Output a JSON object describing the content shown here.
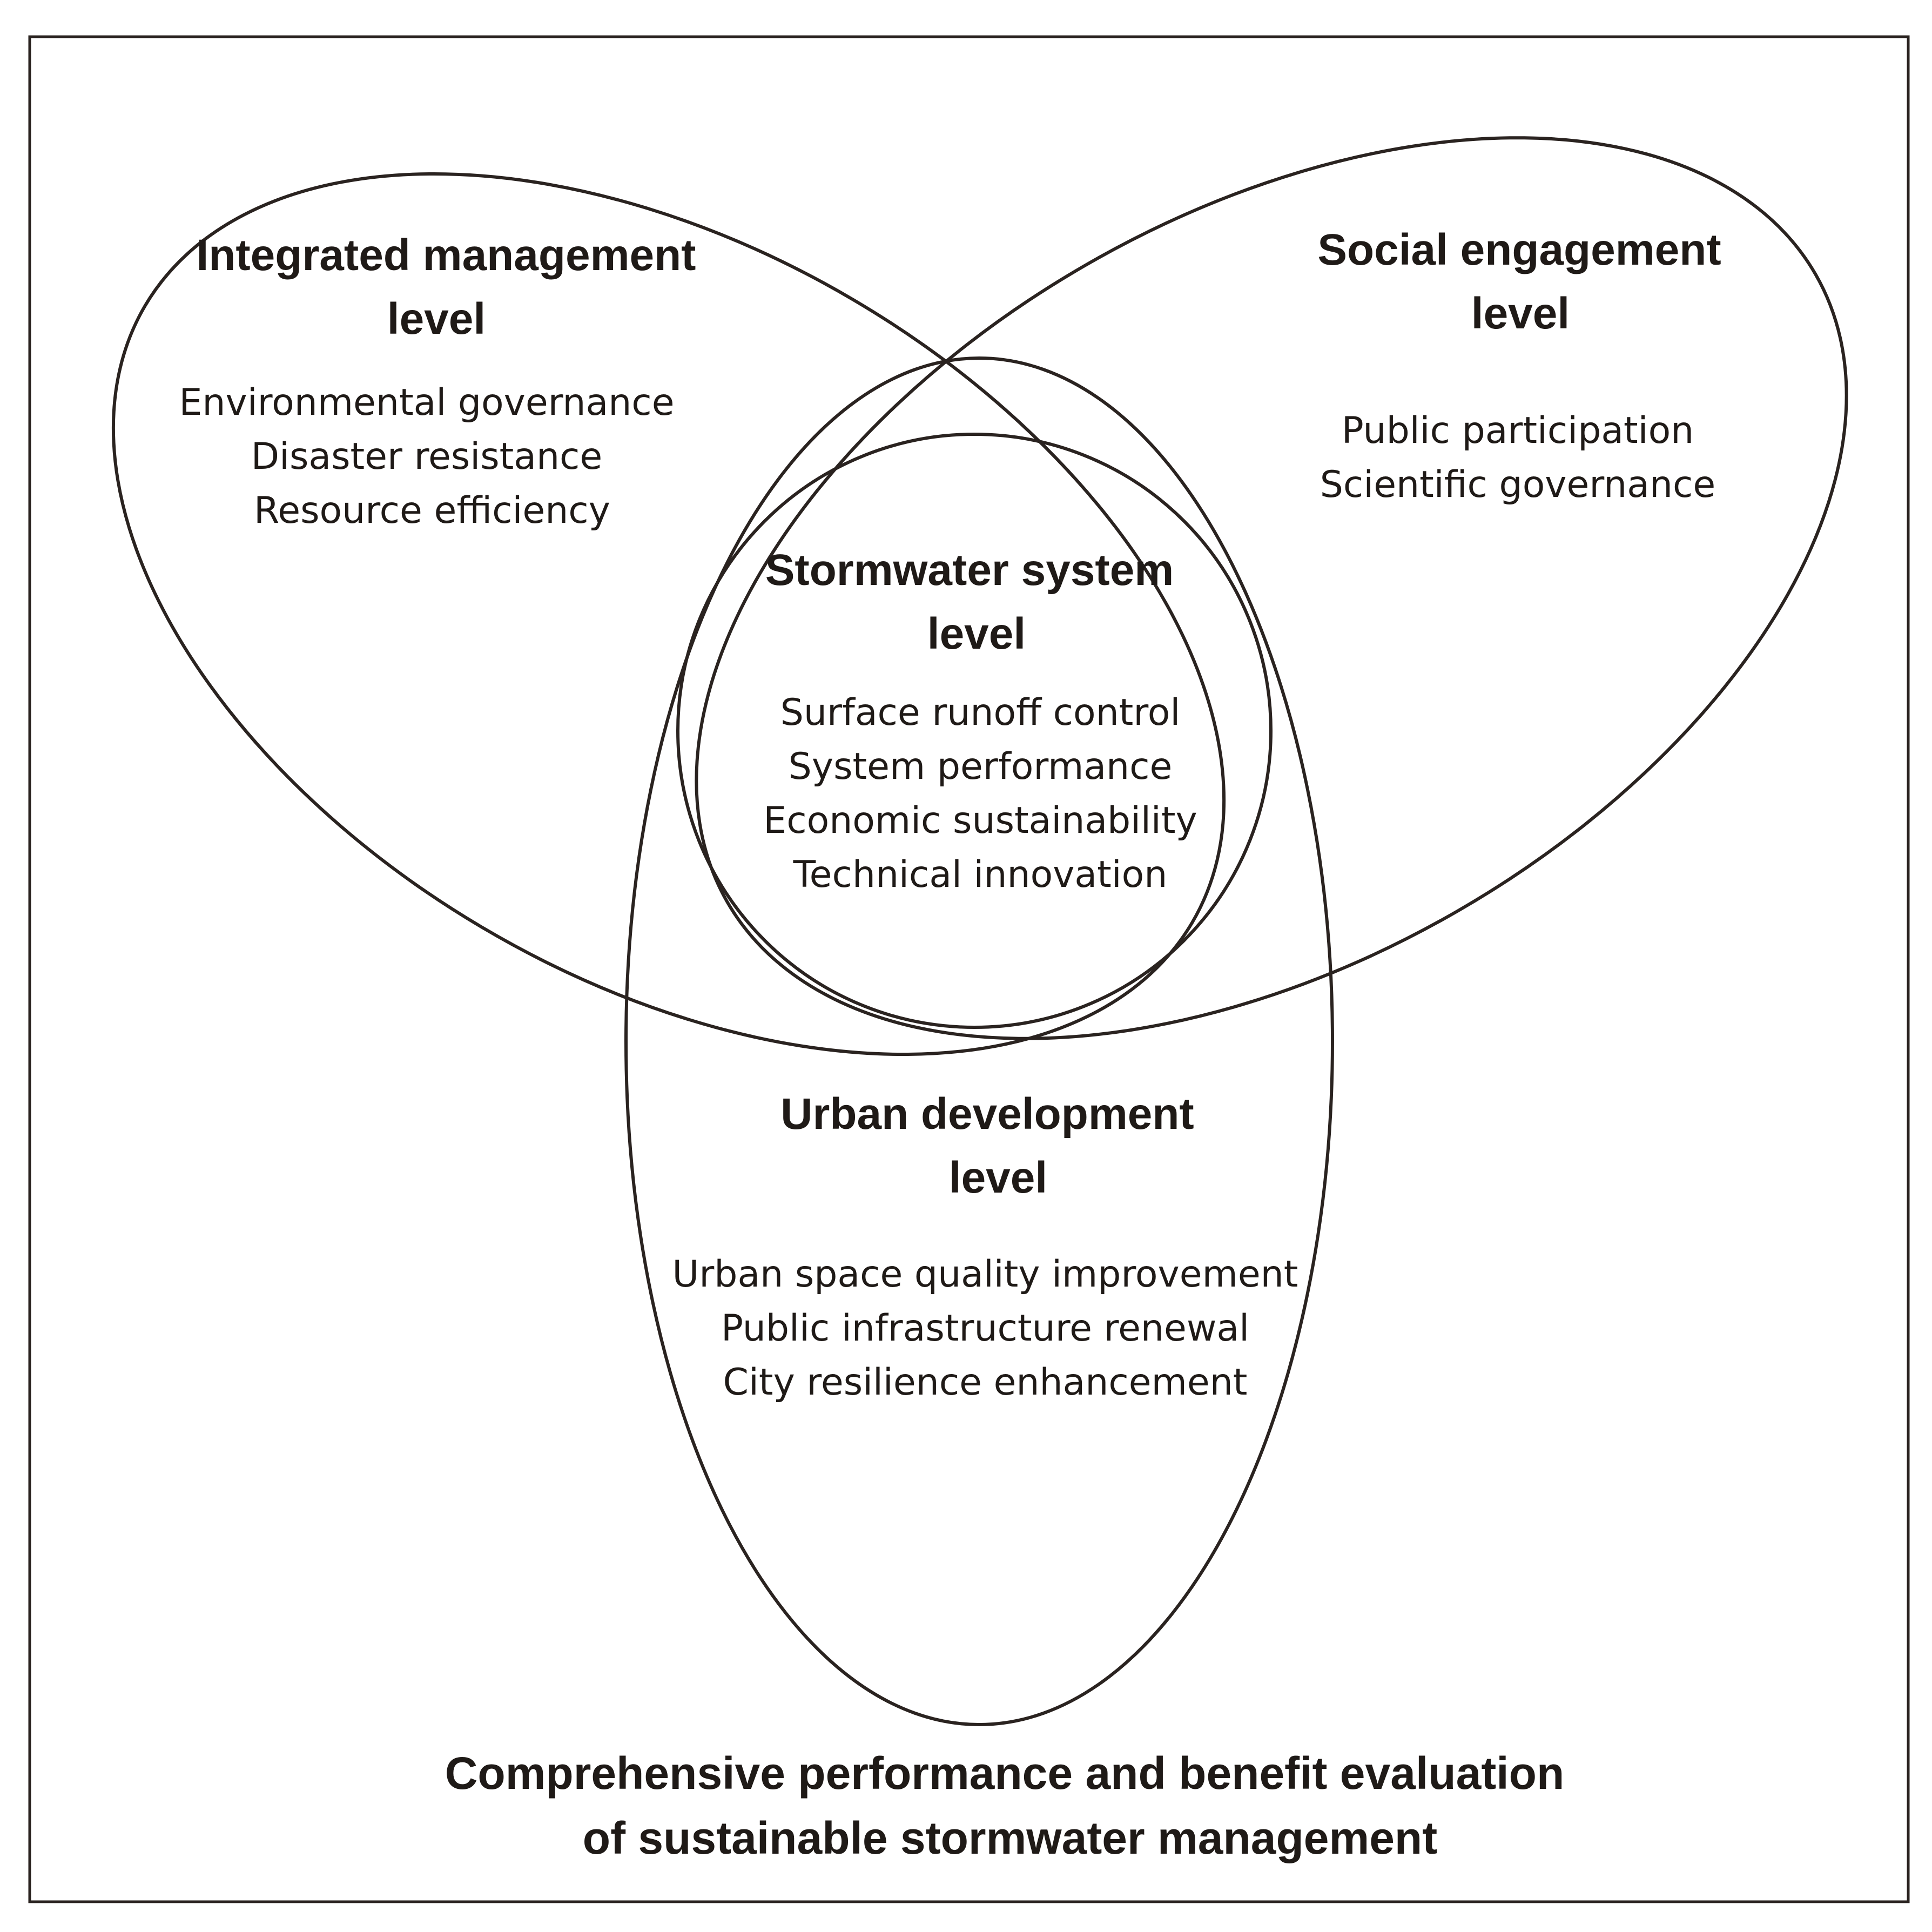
{
  "diagram": {
    "integrated": {
      "title_line1": "Integrated management",
      "title_line2": "level",
      "items": [
        "Environmental governance",
        "Disaster resistance",
        "Resource efficiency"
      ]
    },
    "social": {
      "title_line1": "Social engagement",
      "title_line2": "level",
      "items": [
        "Public participation",
        "Scientific governance"
      ]
    },
    "stormwater": {
      "title_line1": "Stormwater system",
      "title_line2": "level",
      "items": [
        "Surface runoff control",
        "System performance",
        "Economic sustainability",
        "Technical innovation"
      ]
    },
    "urban": {
      "title_line1": "Urban development",
      "title_line2": "level",
      "items": [
        "Urban space quality improvement",
        "Public infrastructure renewal",
        "City resilience enhancement"
      ]
    },
    "caption": {
      "line1": "Comprehensive performance and benefit evaluation",
      "line2": "of sustainable stormwater management"
    }
  }
}
